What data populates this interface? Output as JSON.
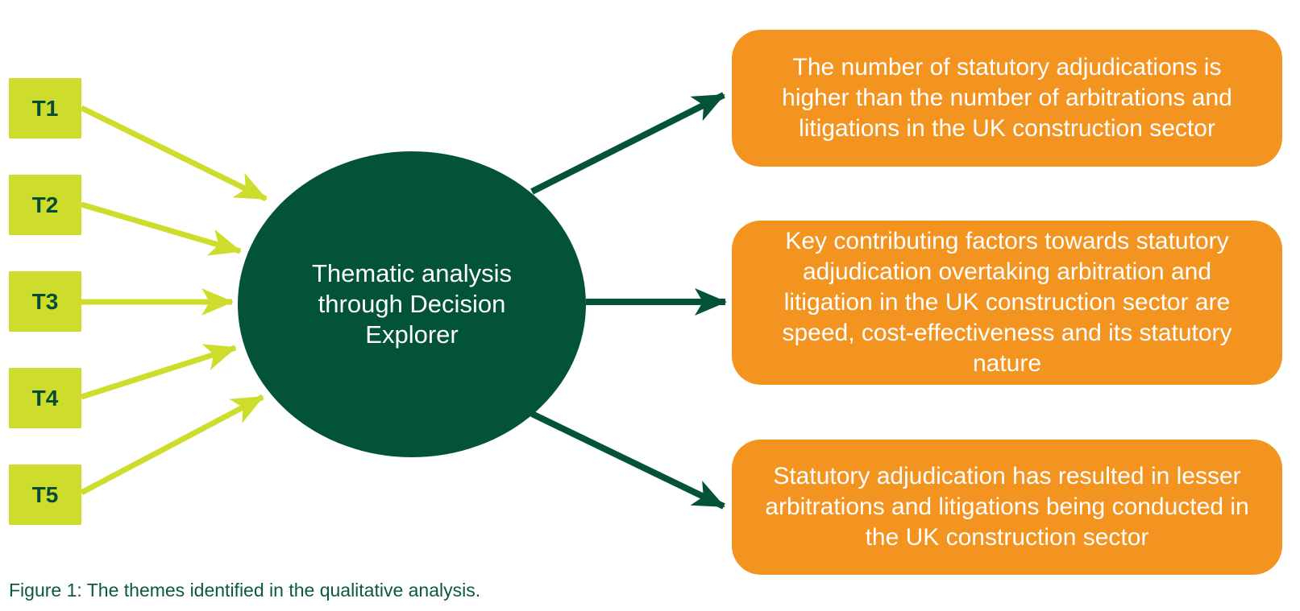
{
  "themes": [
    "T1",
    "T2",
    "T3",
    "T4",
    "T5"
  ],
  "center": {
    "label": "Thematic analysis through Decision Explorer"
  },
  "findings": [
    "The number of statutory adjudications is higher than the number of arbitrations and litigations in the UK construction sector",
    "Key contributing factors towards statutory adjudication overtaking arbitration and litigation in the UK construction sector are speed, cost-effectiveness and its statutory nature",
    "Statutory adjudication has resulted in lesser arbitrations and litigations being conducted in the UK construction sector"
  ],
  "caption": "Figure 1: The themes identified in the qualitative analysis.",
  "colors": {
    "theme_box": "#cedc2b",
    "theme_arrow": "#cedc2b",
    "center_ellipse": "#02533a",
    "output_arrow": "#02533a",
    "finding_box": "#f39320"
  }
}
